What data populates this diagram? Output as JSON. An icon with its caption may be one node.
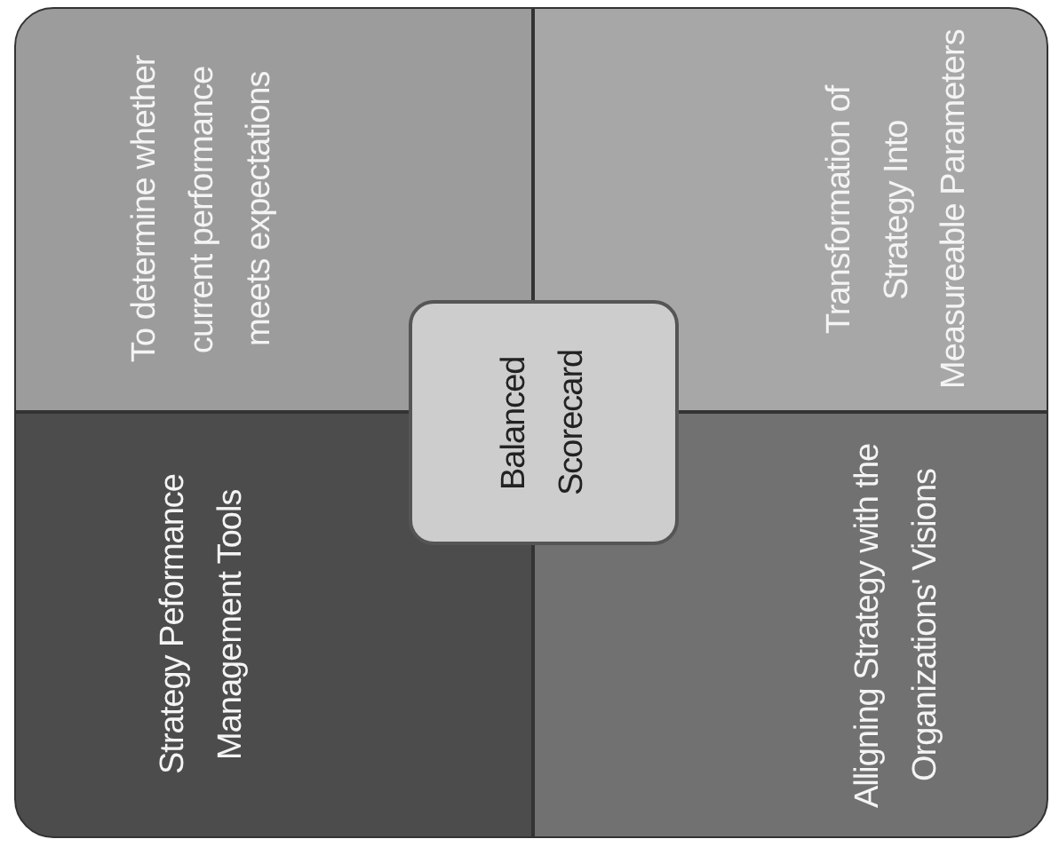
{
  "diagram": {
    "nodes": [
      {
        "text": [
          "To determine whether current performance meets expectations"
        ]
      },
      {
        "text": [
          "Transformation of Strategy Into Measureable Parameters"
        ]
      },
      {
        "text": [
          "Strategy Peformance Management Tools"
        ]
      },
      {
        "text": [
          "Alligning Strategy with the Organizations' Visions"
        ]
      },
      {
        "text": [
          "Balanced Scorecard"
        ]
      }
    ]
  }
}
